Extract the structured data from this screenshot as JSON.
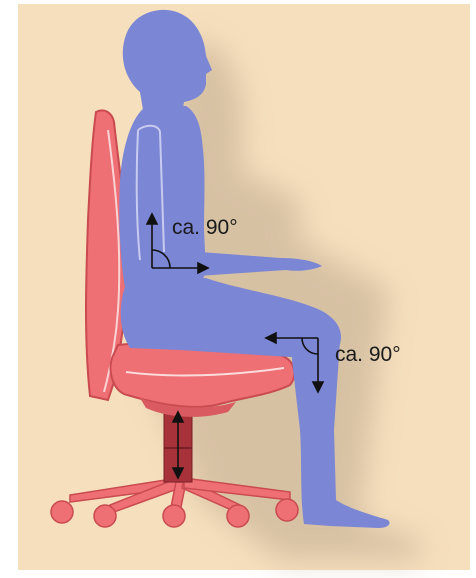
{
  "annotations": {
    "elbow_angle": "ca. 90°",
    "knee_angle": "ca. 90°"
  },
  "colors": {
    "background": "#f6dfbd",
    "body": "#7b86d4",
    "chair": "#ee6f74",
    "chair_dark": "#c94a50",
    "column": "#a8323a",
    "shadow": "#cdb89b",
    "arrow": "#111111"
  },
  "icons": [
    "seated-person-figure",
    "office-chair",
    "height-adjust-arrow-icon",
    "right-angle-marker-icon"
  ]
}
